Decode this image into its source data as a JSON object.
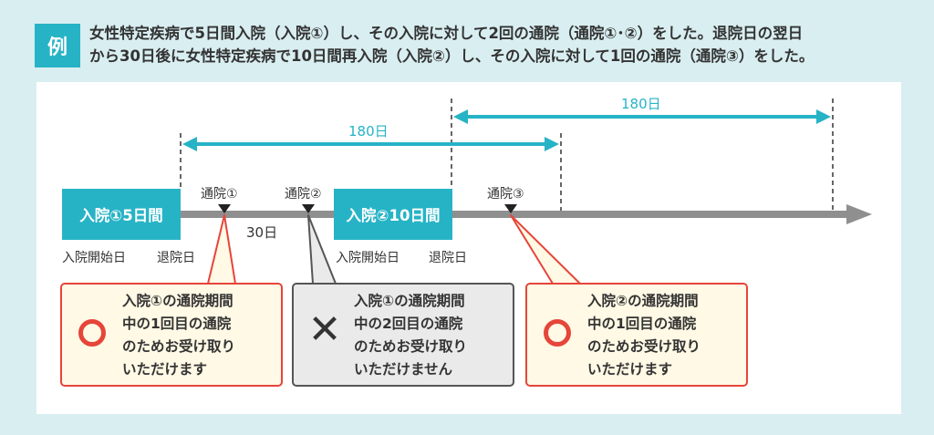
{
  "example": {
    "badge": "例",
    "line1": "女性特定疾病で5日間入院（入院①）し、その入院に対して2回の通院（通院①･②）をした。退院日の翌日",
    "line2": "から30日後に女性特定疾病で10日間再入院（入院②）し、その入院に対して1回の通院（通院③）をした。"
  },
  "timeline": {
    "stay1": "入院①5日間",
    "stay2": "入院②10日間",
    "visit1": "通院①",
    "visit2": "通院②",
    "visit3": "通院③",
    "gap": "30日",
    "start1": "入院開始日",
    "end1": "退院日",
    "start2": "入院開始日",
    "end2": "退院日",
    "span1": "180日",
    "span2": "180日"
  },
  "callouts": {
    "c1": {
      "text": "入院①の通院期間\n中の1回目の通院\nのためお受け取り\nいただけます",
      "result": "ok"
    },
    "c2": {
      "text": "入院①の通院期間\n中の2回目の通院\nのためお受け取り\nいただけません",
      "result": "ng"
    },
    "c3": {
      "text": "入院②の通院期間\n中の1回目の通院\nのためお受け取り\nいただけます",
      "result": "ok"
    }
  },
  "colors": {
    "teal": "#27b3c6",
    "red": "#e6453a",
    "gray": "#8f8f8f",
    "okBg": "#fff9e5",
    "ngBg": "#eaeaea"
  }
}
